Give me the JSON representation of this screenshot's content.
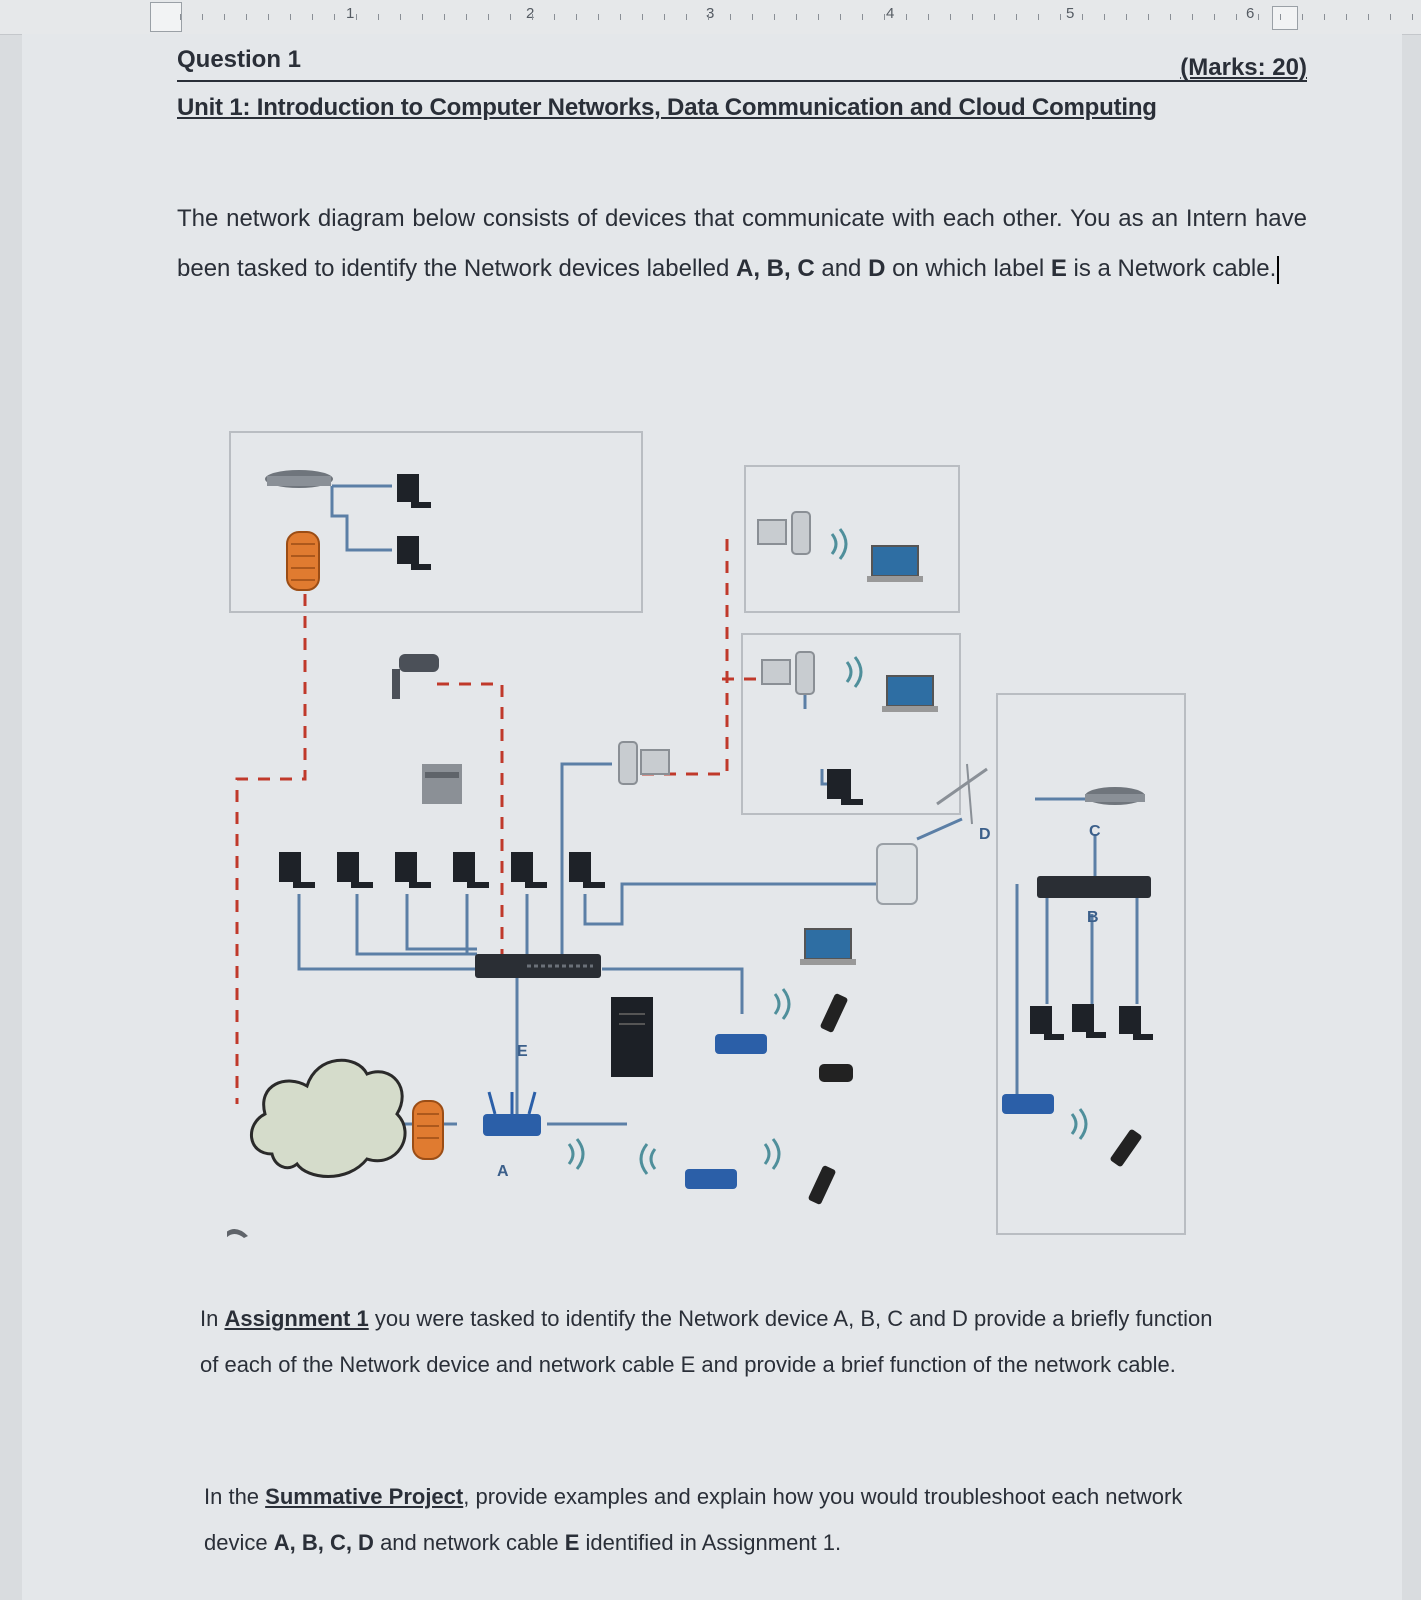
{
  "ruler": {
    "numbers": [
      "1",
      "2",
      "3",
      "4",
      "5",
      "6"
    ]
  },
  "question": {
    "title": "Question 1",
    "marks": "(Marks: 20)",
    "unit": "Unit 1: Introduction to Computer Networks, Data Communication and Cloud Computing"
  },
  "intro": {
    "text1": "The network diagram below consists of devices that communicate with each other. You as an Intern have been tasked to identify the Network devices labelled ",
    "labels": "A, B, C",
    "and1": " and ",
    "d": "D",
    "text2": " on which label ",
    "e": "E",
    "text3": " is a Network cable."
  },
  "diagram": {
    "labels": {
      "a": "A",
      "b": "B",
      "c": "C",
      "d": "D",
      "e": "E"
    }
  },
  "assignment": {
    "pre": "In ",
    "link": "Assignment 1",
    "text": " you were tasked to identify the Network device A, B, C and D provide a briefly function of each of the Network device and network cable E and provide a brief function of the network cable."
  },
  "summative": {
    "pre": "In the ",
    "link": "Summative Project",
    "text1": ", provide examples and explain how you would troubleshoot each network device ",
    "labels": "A, B, C, D",
    "text2": " and network cable ",
    "e": "E",
    "text3": " identified in Assignment 1."
  },
  "colors": {
    "cable": "#5b7fa6",
    "red_link": "#c0392b",
    "router": "#2b5fa8",
    "firewall": "#e07b30"
  }
}
